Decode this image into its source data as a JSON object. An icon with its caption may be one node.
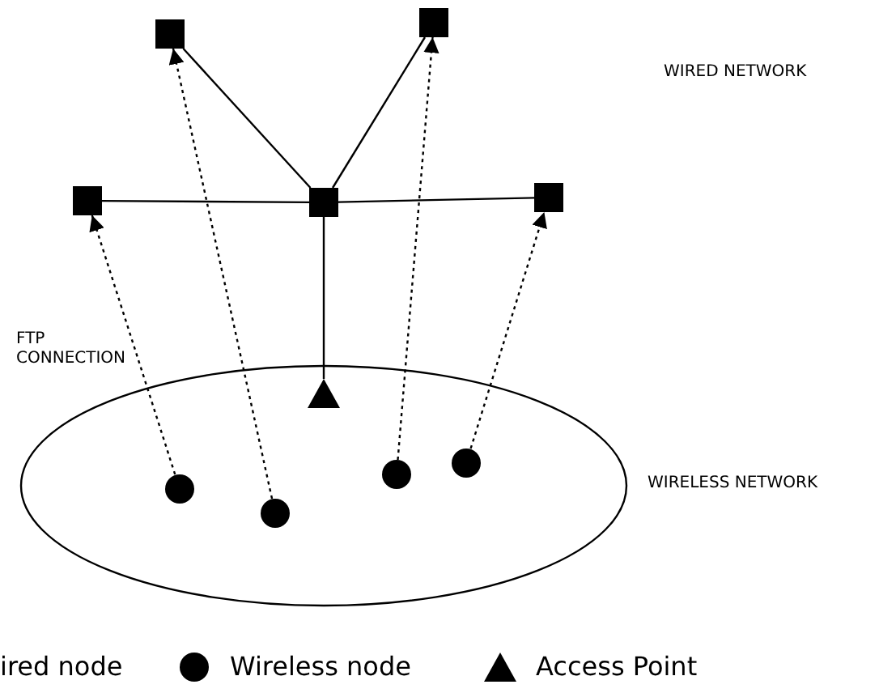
{
  "diagram": {
    "nodes": [
      {
        "text": [],
        "shape": "box"
      },
      {
        "text": [],
        "shape": "box"
      },
      {
        "text": [],
        "shape": "box"
      },
      {
        "text": [],
        "shape": "box"
      },
      {
        "text": [],
        "shape": "box"
      },
      {
        "text": [
          "WIRELESS NETWORK"
        ]
      },
      {
        "text": [],
        "shape": "triangle",
        "in": 5
      },
      {
        "text": [],
        "shape": "circle",
        "in": 5
      },
      {
        "text": [],
        "shape": "circle",
        "in": 5
      },
      {
        "text": [],
        "shape": "circle",
        "in": 5
      },
      {
        "text": [],
        "shape": "circle",
        "in": 5
      }
    ],
    "edges": [
      {
        "from": 3,
        "to": 0,
        "arrow": "none"
      },
      {
        "from": 3,
        "to": 1,
        "arrow": "none"
      },
      {
        "from": 2,
        "to": 3,
        "arrow": "none"
      },
      {
        "from": 3,
        "to": 4,
        "arrow": "none"
      },
      {
        "from": 3,
        "to": 6,
        "arrow": "none"
      },
      {
        "from": 9,
        "to": 2,
        "arrow": "to",
        "style": "dashed"
      },
      {
        "from": 10,
        "to": 0,
        "arrow": "to",
        "style": "dashed"
      },
      {
        "from": 8,
        "to": 1,
        "arrow": "to",
        "style": "dashed"
      },
      {
        "from": 7,
        "to": 4,
        "arrow": "to",
        "style": "dashed"
      }
    ],
    "labels": [
      "WIRED NETWORK",
      "FTP CONNECTION"
    ],
    "legend": [
      {
        "text": "ired node"
      },
      {
        "text": "Wireless node"
      },
      {
        "text": "Access Point"
      }
    ]
  }
}
